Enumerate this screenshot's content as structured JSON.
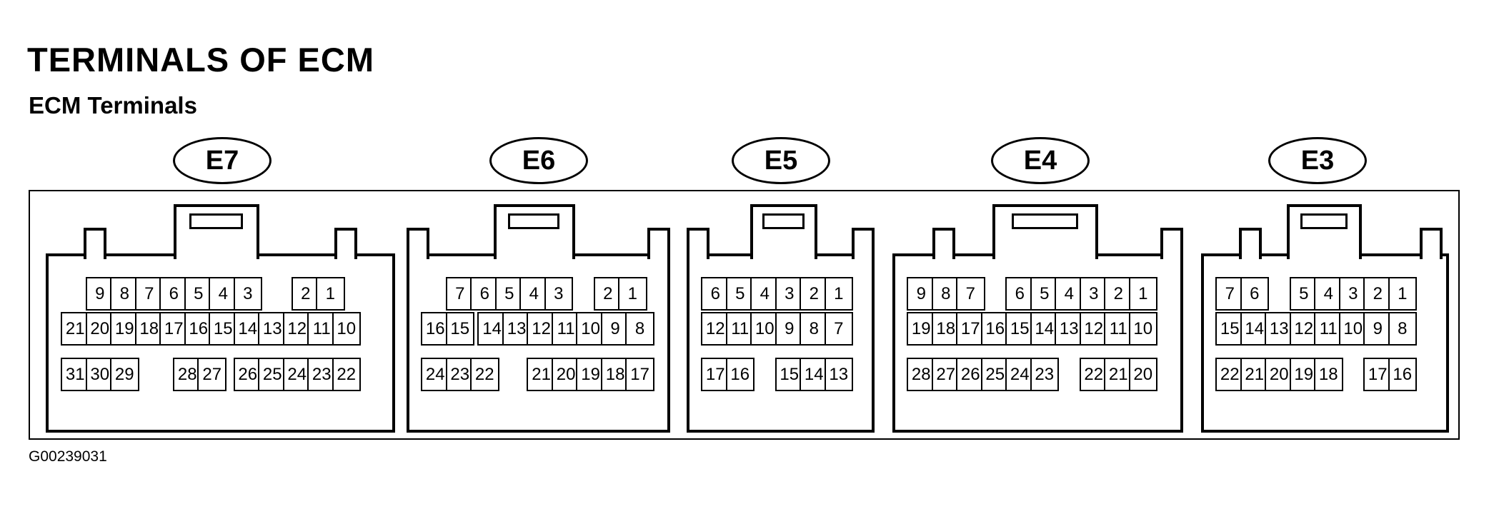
{
  "page": {
    "title": "TERMINALS OF ECM",
    "subtitle": "ECM Terminals",
    "figure_code": "G00239031"
  },
  "diagram": {
    "connectors": [
      {
        "label": "E7",
        "rows": [
          [
            {
              "pin": "9",
              "col": 1
            },
            {
              "pin": "8",
              "col": 2
            },
            {
              "pin": "7",
              "col": 3
            },
            {
              "pin": "6",
              "col": 4
            },
            {
              "pin": "5",
              "col": 5
            },
            {
              "pin": "4",
              "col": 6
            },
            {
              "pin": "3",
              "col": 7
            },
            {
              "pin": "2",
              "col": 9.35
            },
            {
              "pin": "1",
              "col": 10.35
            }
          ],
          [
            {
              "pin": "21",
              "col": 0
            },
            {
              "pin": "20",
              "col": 1
            },
            {
              "pin": "19",
              "col": 2
            },
            {
              "pin": "18",
              "col": 3
            },
            {
              "pin": "17",
              "col": 4
            },
            {
              "pin": "16",
              "col": 5
            },
            {
              "pin": "15",
              "col": 6
            },
            {
              "pin": "14",
              "col": 7
            },
            {
              "pin": "13",
              "col": 8
            },
            {
              "pin": "12",
              "col": 9
            },
            {
              "pin": "11",
              "col": 10
            },
            {
              "pin": "10",
              "col": 11
            }
          ],
          [
            {
              "pin": "31",
              "col": 0
            },
            {
              "pin": "30",
              "col": 1
            },
            {
              "pin": "29",
              "col": 2
            },
            {
              "pin": "28",
              "col": 4.55
            },
            {
              "pin": "27",
              "col": 5.55
            },
            {
              "pin": "26",
              "col": 7
            },
            {
              "pin": "25",
              "col": 8
            },
            {
              "pin": "24",
              "col": 9
            },
            {
              "pin": "23",
              "col": 10
            },
            {
              "pin": "22",
              "col": 11
            }
          ]
        ]
      },
      {
        "label": "E6",
        "rows": [
          [
            {
              "pin": "7",
              "col": 1
            },
            {
              "pin": "6",
              "col": 2
            },
            {
              "pin": "5",
              "col": 3
            },
            {
              "pin": "4",
              "col": 4
            },
            {
              "pin": "3",
              "col": 5
            },
            {
              "pin": "2",
              "col": 7
            },
            {
              "pin": "1",
              "col": 8
            }
          ],
          [
            {
              "pin": "16",
              "col": 0
            },
            {
              "pin": "15",
              "col": 1
            },
            {
              "pin": "14",
              "col": 2.3
            },
            {
              "pin": "13",
              "col": 3.3
            },
            {
              "pin": "12",
              "col": 4.3
            },
            {
              "pin": "11",
              "col": 5.3
            },
            {
              "pin": "10",
              "col": 6.3
            },
            {
              "pin": "9",
              "col": 7.3
            },
            {
              "pin": "8",
              "col": 8.3
            }
          ],
          [
            {
              "pin": "24",
              "col": 0
            },
            {
              "pin": "23",
              "col": 1
            },
            {
              "pin": "22",
              "col": 2
            },
            {
              "pin": "21",
              "col": 4.3
            },
            {
              "pin": "20",
              "col": 5.3
            },
            {
              "pin": "19",
              "col": 6.3
            },
            {
              "pin": "18",
              "col": 7.3
            },
            {
              "pin": "17",
              "col": 8.3
            }
          ]
        ]
      },
      {
        "label": "E5",
        "rows": [
          [
            {
              "pin": "6",
              "col": 0
            },
            {
              "pin": "5",
              "col": 1
            },
            {
              "pin": "4",
              "col": 2
            },
            {
              "pin": "3",
              "col": 3
            },
            {
              "pin": "2",
              "col": 4
            },
            {
              "pin": "1",
              "col": 5
            }
          ],
          [
            {
              "pin": "12",
              "col": 0
            },
            {
              "pin": "11",
              "col": 1
            },
            {
              "pin": "10",
              "col": 2
            },
            {
              "pin": "9",
              "col": 3
            },
            {
              "pin": "8",
              "col": 4
            },
            {
              "pin": "7",
              "col": 5
            }
          ],
          [
            {
              "pin": "17",
              "col": 0
            },
            {
              "pin": "16",
              "col": 1
            },
            {
              "pin": "15",
              "col": 3
            },
            {
              "pin": "14",
              "col": 4
            },
            {
              "pin": "13",
              "col": 5
            }
          ]
        ]
      },
      {
        "label": "E4",
        "rows": [
          [
            {
              "pin": "9",
              "col": 0
            },
            {
              "pin": "8",
              "col": 1
            },
            {
              "pin": "7",
              "col": 2
            },
            {
              "pin": "6",
              "col": 4
            },
            {
              "pin": "5",
              "col": 5
            },
            {
              "pin": "4",
              "col": 6
            },
            {
              "pin": "3",
              "col": 7
            },
            {
              "pin": "2",
              "col": 8
            },
            {
              "pin": "1",
              "col": 9
            }
          ],
          [
            {
              "pin": "19",
              "col": 0
            },
            {
              "pin": "18",
              "col": 1
            },
            {
              "pin": "17",
              "col": 2
            },
            {
              "pin": "16",
              "col": 3
            },
            {
              "pin": "15",
              "col": 4
            },
            {
              "pin": "14",
              "col": 5
            },
            {
              "pin": "13",
              "col": 6
            },
            {
              "pin": "12",
              "col": 7
            },
            {
              "pin": "11",
              "col": 8
            },
            {
              "pin": "10",
              "col": 9
            }
          ],
          [
            {
              "pin": "28",
              "col": 0
            },
            {
              "pin": "27",
              "col": 1
            },
            {
              "pin": "26",
              "col": 2
            },
            {
              "pin": "25",
              "col": 3
            },
            {
              "pin": "24",
              "col": 4
            },
            {
              "pin": "23",
              "col": 5
            },
            {
              "pin": "22",
              "col": 7
            },
            {
              "pin": "21",
              "col": 8
            },
            {
              "pin": "20",
              "col": 9
            }
          ]
        ]
      },
      {
        "label": "E3",
        "rows": [
          [
            {
              "pin": "7",
              "col": 0
            },
            {
              "pin": "6",
              "col": 1
            },
            {
              "pin": "5",
              "col": 3
            },
            {
              "pin": "4",
              "col": 4
            },
            {
              "pin": "3",
              "col": 5
            },
            {
              "pin": "2",
              "col": 6
            },
            {
              "pin": "1",
              "col": 7
            }
          ],
          [
            {
              "pin": "15",
              "col": 0
            },
            {
              "pin": "14",
              "col": 1
            },
            {
              "pin": "13",
              "col": 2
            },
            {
              "pin": "12",
              "col": 3
            },
            {
              "pin": "11",
              "col": 4
            },
            {
              "pin": "10",
              "col": 5
            },
            {
              "pin": "9",
              "col": 6
            },
            {
              "pin": "8",
              "col": 7
            }
          ],
          [
            {
              "pin": "22",
              "col": 0
            },
            {
              "pin": "21",
              "col": 1
            },
            {
              "pin": "20",
              "col": 2
            },
            {
              "pin": "19",
              "col": 3
            },
            {
              "pin": "18",
              "col": 4
            },
            {
              "pin": "17",
              "col": 6
            },
            {
              "pin": "16",
              "col": 7
            }
          ]
        ]
      }
    ]
  }
}
